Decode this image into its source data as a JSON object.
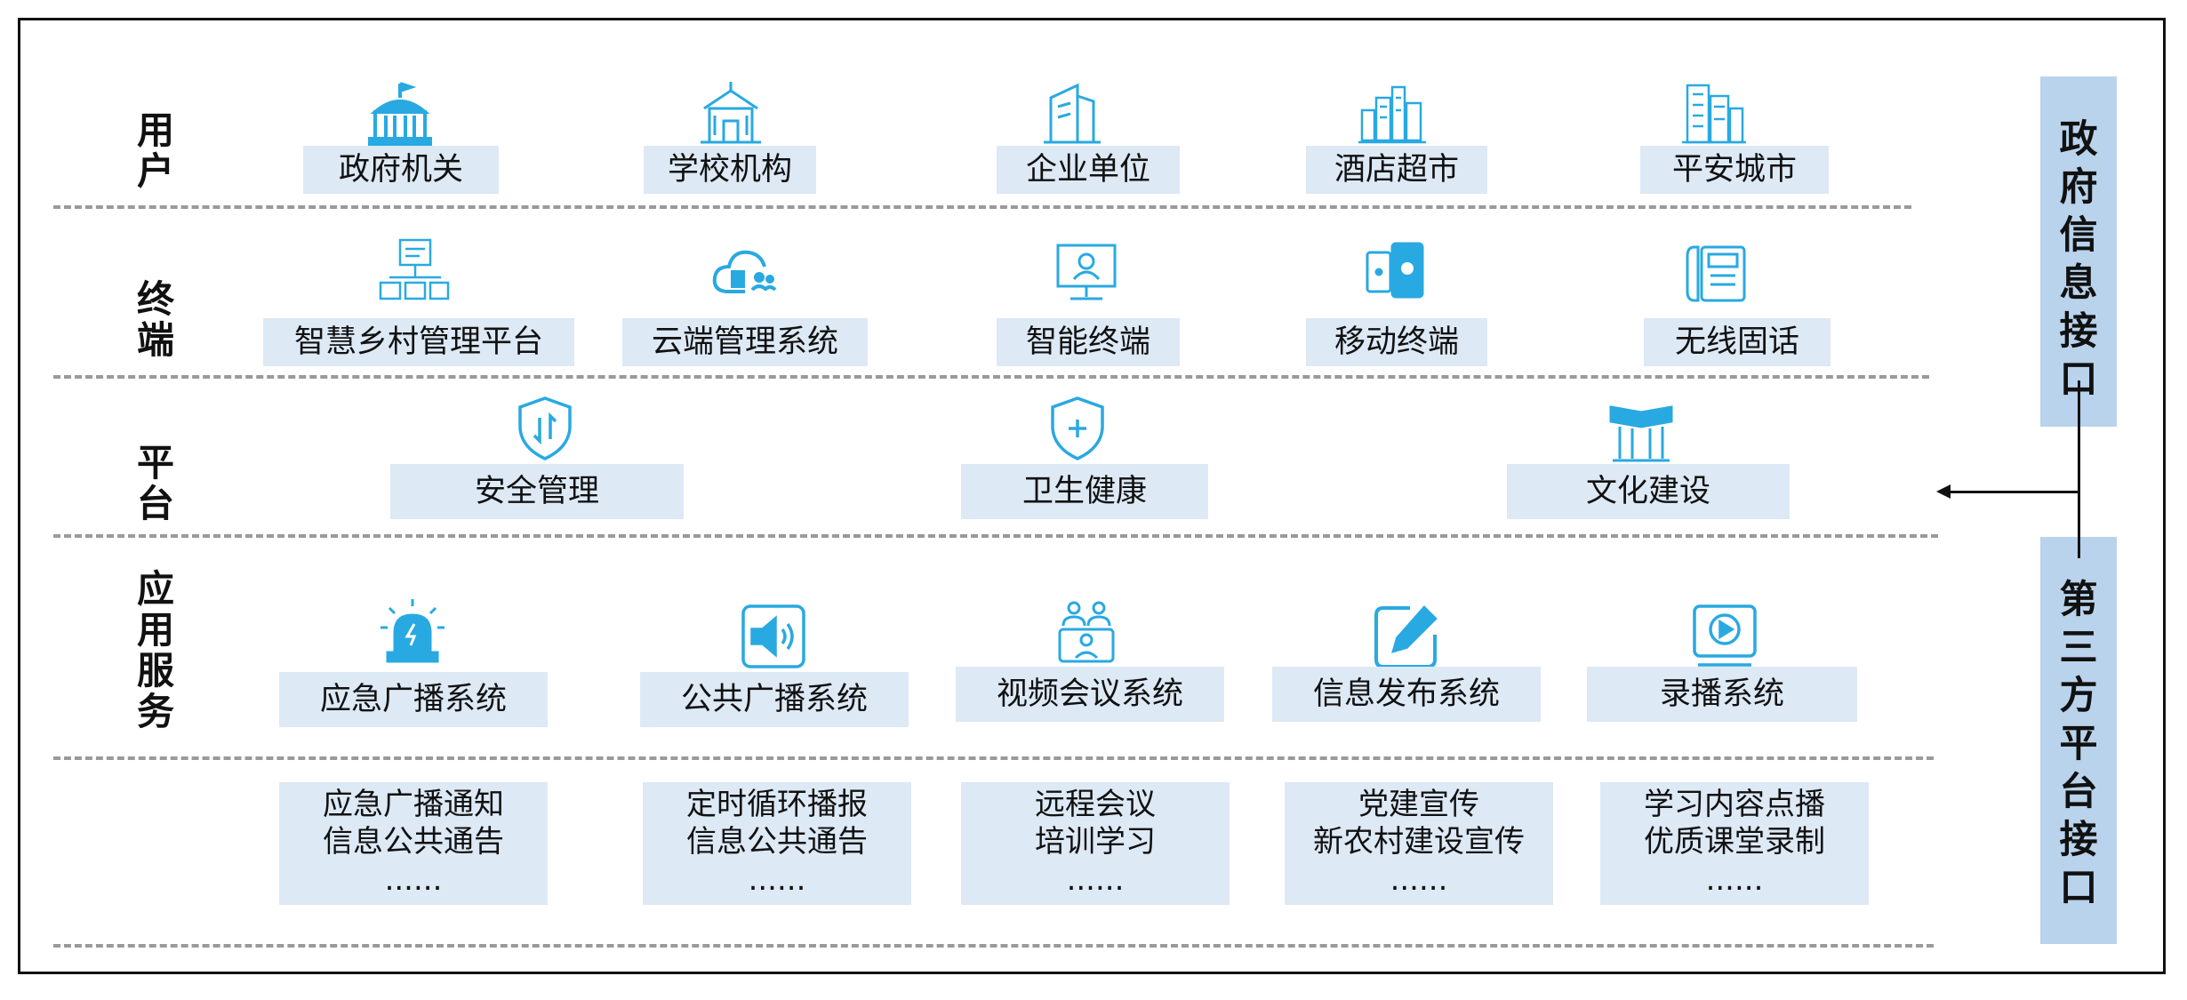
{
  "rows": {
    "users": "用户",
    "terminals": "终端",
    "platform": "平台",
    "apps": "应用服务"
  },
  "users": [
    "政府机关",
    "学校机构",
    "企业单位",
    "酒店超市",
    "平安城市"
  ],
  "terminals": [
    "智慧乡村管理平台",
    "云端管理系统",
    "智能终端",
    "移动终端",
    "无线固话"
  ],
  "platform": [
    "安全管理",
    "卫生健康",
    "文化建设"
  ],
  "apps": [
    "应急广播系统",
    "公共广播系统",
    "视频会议系统",
    "信息发布系统",
    "录播系统"
  ],
  "app_details": [
    {
      "line1": "应急广播通知",
      "line2": "信息公共通告",
      "line3": "......"
    },
    {
      "line1": "定时循环播报",
      "line2": "信息公共通告",
      "line3": "......"
    },
    {
      "line1": "远程会议",
      "line2": "培训学习",
      "line3": "......"
    },
    {
      "line1": "党建宣传",
      "line2": "新农村建设宣传",
      "line3": "......"
    },
    {
      "line1": "学习内容点播",
      "line2": "优质课堂录制",
      "line3": "......"
    }
  ],
  "side": {
    "gov_interface": "政府信息接口",
    "third_party_interface": "第三方平台接口"
  },
  "colors": {
    "icon": "#29a9e1",
    "label_bg": "#dde9f5",
    "side_bg": "#b9d3ec",
    "dash": "#9a9a9a"
  },
  "icons": {
    "users": [
      "government-building-icon",
      "school-icon",
      "office-building-icon",
      "hotel-city-icon",
      "safe-city-icon"
    ],
    "terminals": [
      "management-dashboard-icon",
      "cloud-server-icon",
      "smart-terminal-icon",
      "mobile-devices-icon",
      "wireless-phone-icon"
    ],
    "platform": [
      "security-shield-icon",
      "health-shield-icon",
      "culture-book-icon"
    ],
    "apps": [
      "alarm-siren-icon",
      "speaker-icon",
      "video-conference-icon",
      "edit-publish-icon",
      "recording-video-icon"
    ]
  }
}
